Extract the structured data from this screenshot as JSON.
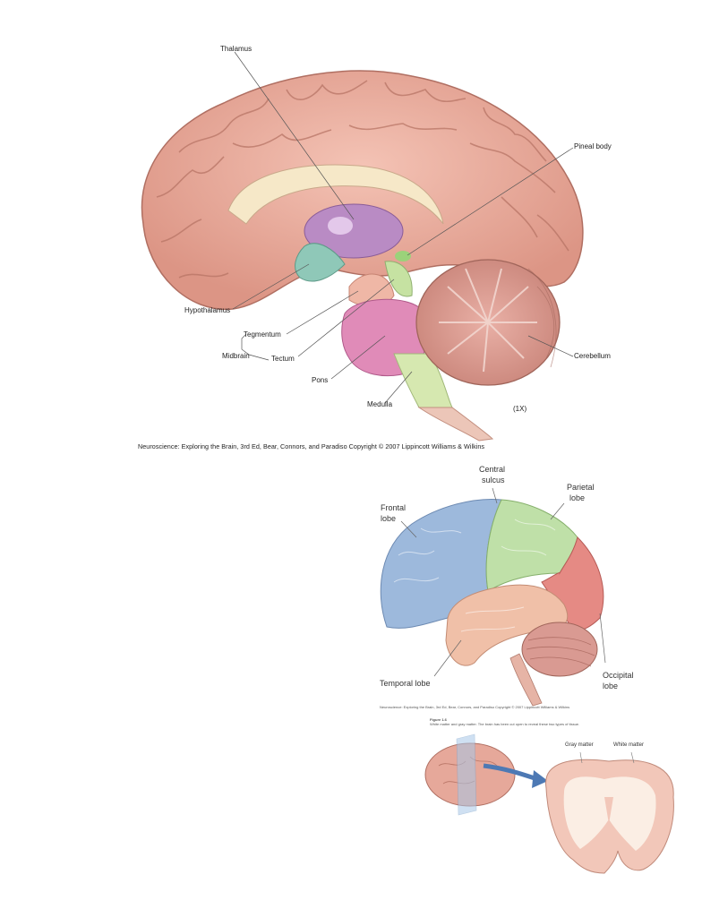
{
  "figure1": {
    "labels": {
      "thalamus": "Thalamus",
      "pineal_body": "Pineal body",
      "hypothalamus": "Hypothalamus",
      "tegmentum": "Tegmentum",
      "midbrain": "Midbrain",
      "tectum": "Tectum",
      "pons": "Pons",
      "medulla": "Medulla",
      "cerebellum": "Cerebellum",
      "magnification": "(1X)"
    },
    "caption": "Neuroscience: Exploring the Brain, 3rd Ed, Bear, Connors, and Paradiso Copyright © 2007 Lippincott Williams & Wilkins"
  },
  "figure2": {
    "labels": {
      "central_sulcus_1": "Central",
      "central_sulcus_2": "sulcus",
      "parietal_1": "Parietal",
      "parietal_2": "lobe",
      "frontal_1": "Frontal",
      "frontal_2": "lobe",
      "temporal": "Temporal lobe",
      "occipital_1": "Occipital",
      "occipital_2": "lobe"
    },
    "caption": "Neuroscience: Exploring the Brain, 3rd Ed, Bear, Connors, and Paradiso Copyright © 2007 Lippincott Williams & Wilkins"
  },
  "figure3": {
    "heading": "Figure 1.6",
    "subheading": "White matter and gray matter. The brain has been cut open to reveal these two types of tissue.",
    "labels": {
      "gray_matter": "Gray matter",
      "white_matter": "White matter"
    }
  },
  "colors": {
    "cortex": "#e8a89a",
    "thalamus": "#b98bc4",
    "hypothalamus": "#8fc8b8",
    "tectum": "#c6e2a2",
    "pons": "#e08bb8",
    "medulla": "#d6e8b0",
    "frontal": "#9db9dc",
    "parietal": "#bfe0a8",
    "occipital": "#e58a84",
    "temporal": "#f0c0a8"
  }
}
